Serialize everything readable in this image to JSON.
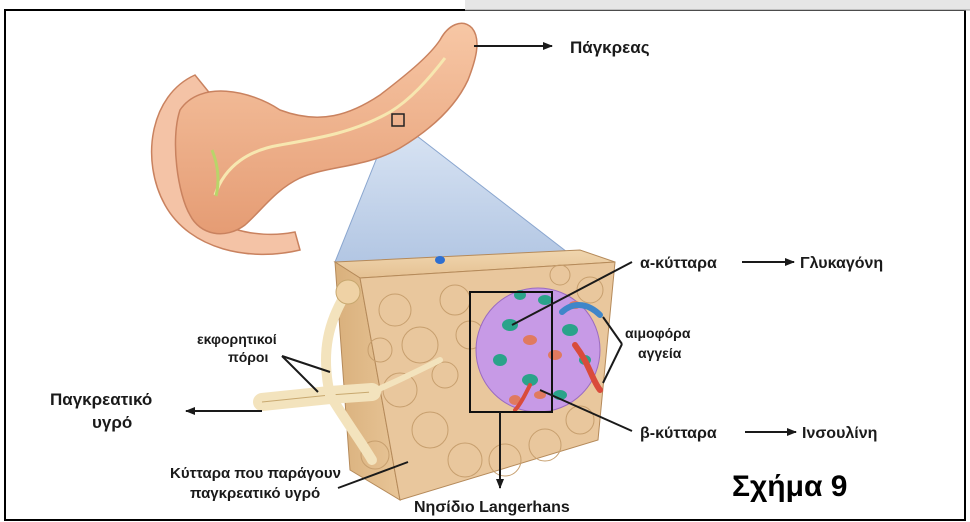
{
  "figure_title": "Σχήμα 9",
  "labels": {
    "pancreas": "Πάγκρεας",
    "alpha_cells": "α-κύτταρα",
    "glucagon": "Γλυκαγόνη",
    "blood_vessels_line1": "αιμοφόρα",
    "blood_vessels_line2": "αγγεία",
    "beta_cells": "β-κύτταρα",
    "insulin": "Ινσουλίνη",
    "islet": "Νησίδιο Langerhans",
    "ducts_line1": "εκφορητικοί",
    "ducts_line2": "πόροι",
    "juice_line1": "Παγκρεατικό",
    "juice_line2": "υγρό",
    "cells_line1": "Κύτταρα που παράγουν",
    "cells_line2": "παγκρεατικό υγρό"
  },
  "colors": {
    "frame": "#000000",
    "pancreas": "#f2b48f",
    "tissue": "#e9c79d",
    "islet": "#c79ae6",
    "alpha_cell": "#2aa38a",
    "beta_cell": "#e07a5f",
    "vessel_red": "#d94b3b",
    "vessel_blue": "#3f86c9",
    "duct": "#f3e3bd",
    "zoom_cone": "#b9cde8"
  }
}
